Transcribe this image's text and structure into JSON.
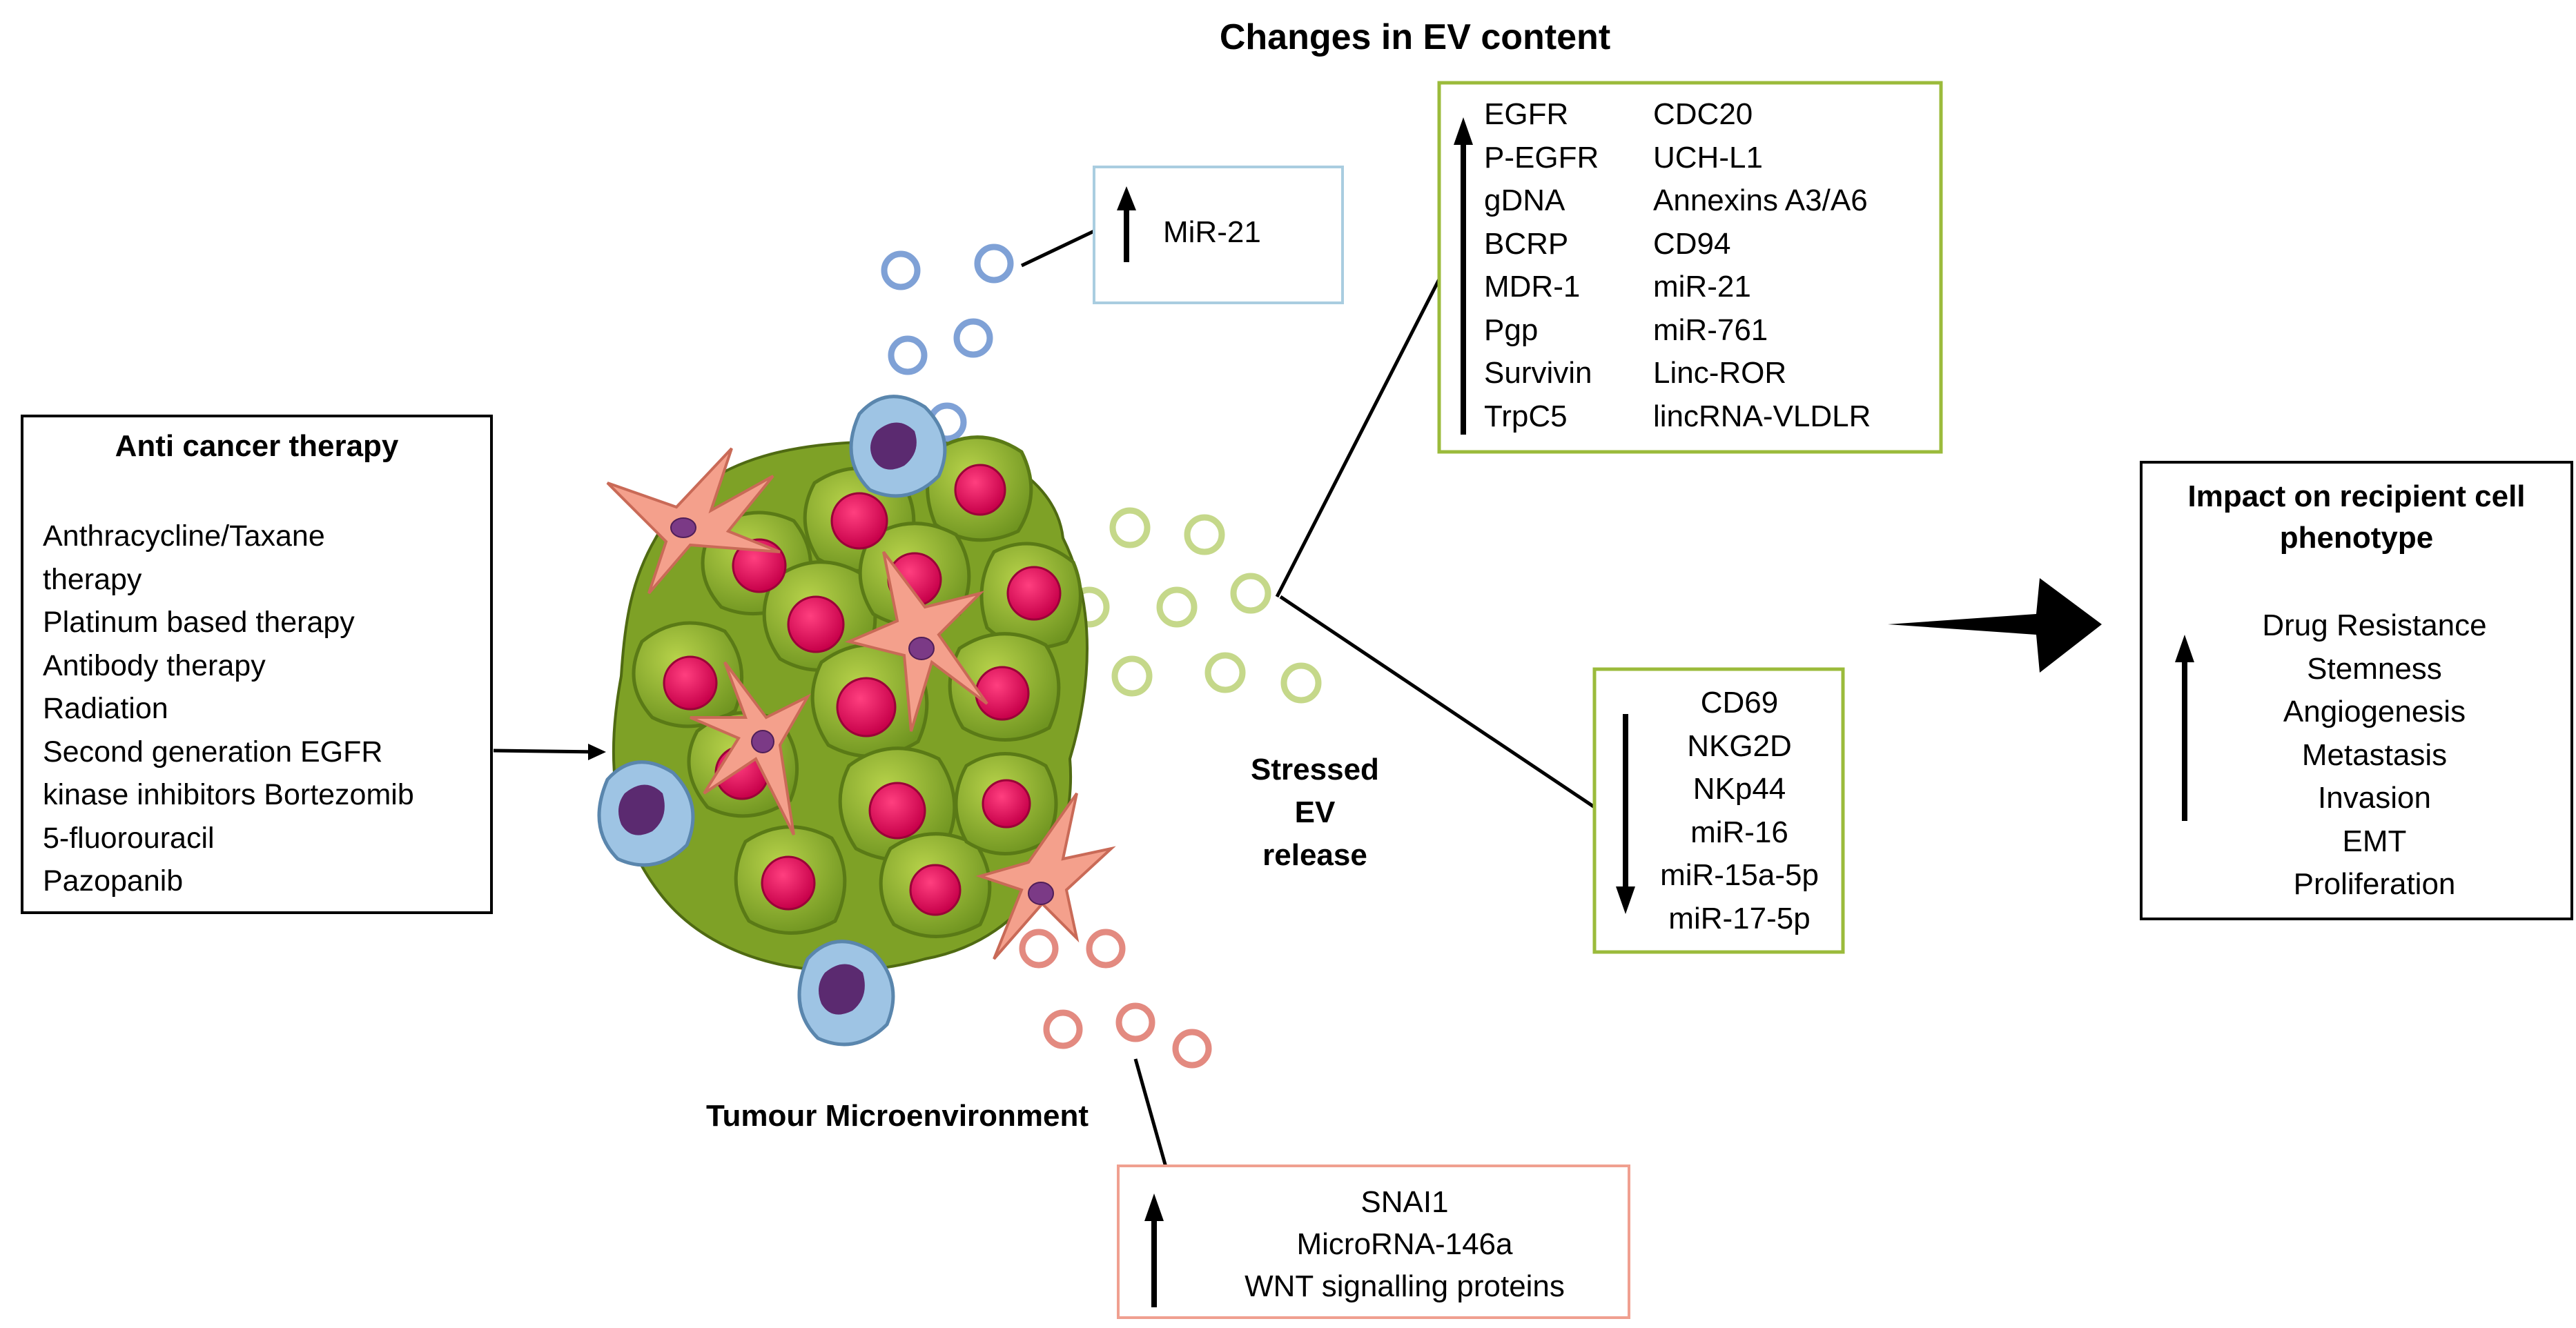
{
  "title": "Changes in EV content",
  "therapy": {
    "heading": "Anti cancer therapy",
    "lines": [
      "Anthracycline/Taxane",
      "therapy",
      "Platinum based therapy",
      "Antibody therapy",
      "Radiation",
      "Second generation EGFR",
      "kinase inhibitors Bortezomib",
      "5-fluorouracil",
      "Pazopanib"
    ]
  },
  "tme_label": "Tumour Microenvironment",
  "stressed_label": [
    "Stressed",
    "EV",
    "release"
  ],
  "mir21_box": {
    "item": "MiR-21",
    "direction": "up",
    "color": "#a9cde0"
  },
  "ev_up_box": {
    "direction": "up",
    "color": "#9bbb3b",
    "col1": [
      "EGFR",
      "P-EGFR",
      "gDNA",
      "BCRP",
      "MDR-1",
      "Pgp",
      "Survivin",
      "TrpC5"
    ],
    "col2": [
      "CDC20",
      "UCH-L1",
      "Annexins A3/A6",
      "CD94",
      "miR-21",
      "miR-761",
      "Linc-ROR",
      "lincRNA-VLDLR"
    ]
  },
  "ev_down_box": {
    "direction": "down",
    "color": "#9bbb3b",
    "items": [
      "CD69",
      "NKG2D",
      "NKp44",
      "miR-16",
      "miR-15a-5p",
      "miR-17-5p"
    ]
  },
  "bottom_box": {
    "direction": "up",
    "color": "#f0a090",
    "items": [
      "SNAI1",
      "MicroRNA-146a",
      "WNT signalling proteins"
    ]
  },
  "impact": {
    "heading": [
      "Impact on recipient cell",
      "phenotype"
    ],
    "direction": "up",
    "items": [
      "Drug Resistance",
      "Stemness",
      "Angiogenesis",
      "Metastasis",
      "Invasion",
      "EMT",
      "Proliferation"
    ]
  },
  "colors": {
    "blue_vesicle": "#7fa1d6",
    "green_vesicle": "#c5d88a",
    "red_vesicle": "#e38a80",
    "tumour_cell": "#8fb22e",
    "nucleus": "#e5155a",
    "fibroblast": "#f4a08c",
    "immune_cell": "#9ec4e4"
  }
}
